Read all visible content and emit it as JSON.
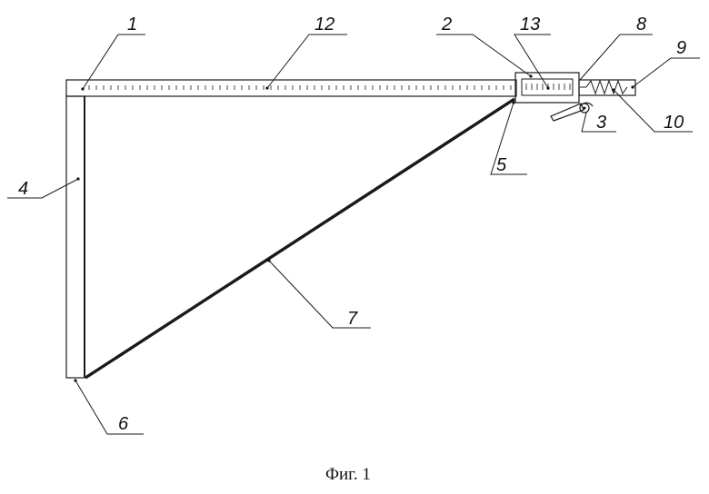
{
  "caption": "Фиг. 1",
  "labels": [
    {
      "id": "1",
      "text": "1"
    },
    {
      "id": "2",
      "text": "2"
    },
    {
      "id": "3",
      "text": "3"
    },
    {
      "id": "4",
      "text": "4"
    },
    {
      "id": "5",
      "text": "5"
    },
    {
      "id": "6",
      "text": "6"
    },
    {
      "id": "7",
      "text": "7"
    },
    {
      "id": "8",
      "text": "8"
    },
    {
      "id": "9",
      "text": "9"
    },
    {
      "id": "10",
      "text": "10"
    },
    {
      "id": "12",
      "text": "12"
    },
    {
      "id": "13",
      "text": "13"
    }
  ]
}
